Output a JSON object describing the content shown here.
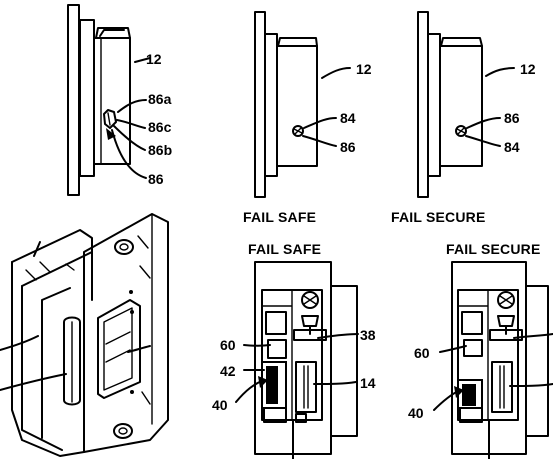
{
  "figures": {
    "fig_side_left": {
      "labels": [
        "12",
        "86a",
        "86c",
        "86b",
        "86"
      ]
    },
    "fig_side_middle": {
      "labels": [
        "12",
        "84",
        "86"
      ],
      "caption": "FAIL SAFE"
    },
    "fig_side_right": {
      "labels": [
        "12",
        "86",
        "84"
      ],
      "caption": "FAIL SECURE"
    },
    "fig_section_fail_safe": {
      "caption": "FAIL SAFE",
      "labels": [
        "38",
        "60",
        "42",
        "14",
        "40"
      ]
    },
    "fig_section_fail_secure": {
      "caption": "FAIL SECURE",
      "labels": [
        "60",
        "40"
      ]
    }
  }
}
